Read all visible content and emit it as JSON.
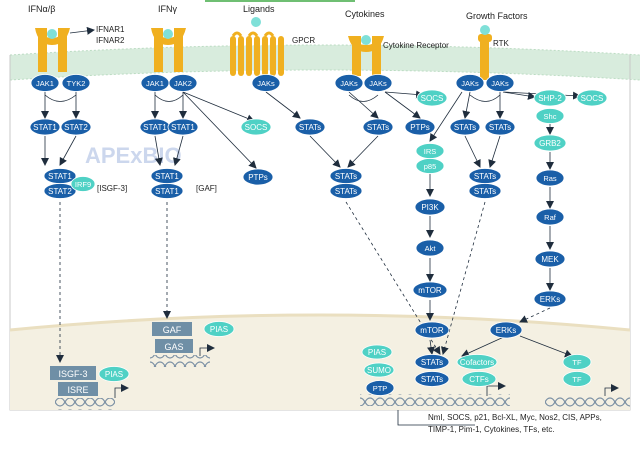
{
  "extracellular": {
    "ifn_ab": "IFNα/β",
    "ifng": "IFNγ",
    "ligands": "Ligands",
    "cytokines": "Cytokines",
    "growth_factors": "Growth Factors"
  },
  "receptors": {
    "ifnar1": "IFNAR1",
    "ifnar2": "IFNAR2",
    "gpcr": "GPCR",
    "cytokine_receptor": "Cytokine Receptor",
    "rtk": "RTK"
  },
  "nodes": {
    "jak1_a": "JAK1",
    "tyk2": "TYK2",
    "jak1_b": "JAK1",
    "jak2_b": "JAK2",
    "jaks_gpcr": "JAKs",
    "jaks_cyt1": "JAKs",
    "jaks_cyt2": "JAKs",
    "jaks_rtk1": "JAKs",
    "jaks_rtk2": "JAKs",
    "stat1_a": "STAT1",
    "stat2_a": "STAT2",
    "stat1_b1": "STAT1",
    "stat1_b2": "STAT1",
    "socs_b": "SOCS",
    "stats_gpcr": "STATs",
    "stats_cyt": "STATs",
    "socs_cyt": "SOCS",
    "ptps_cyt": "PTPs",
    "stats_rtk1": "STATs",
    "stats_rtk2": "STATs",
    "shp2": "SHP-2",
    "socs_rtk": "SOCS",
    "shc": "Shc",
    "irs": "IRS",
    "p85": "p85",
    "grb2": "GRB2",
    "stat1_isgf": "STAT1",
    "stat2_isgf": "STAT2",
    "irf9": "IRF9",
    "isgf3_label": "[ISGF-3]",
    "stat1_gaf1": "STAT1",
    "stat1_gaf2": "STAT1",
    "gaf_label": "[GAF]",
    "ptps_b": "PTPs",
    "stats_dimer_a1": "STATs",
    "stats_dimer_a2": "STATs",
    "stats_dimer_b1": "STATs",
    "stats_dimer_b2": "STATs",
    "pi3k": "PI3K",
    "akt": "Akt",
    "mtor_cyto": "mTOR",
    "ras": "Ras",
    "raf": "Raf",
    "mek": "MEK",
    "erks_cyto": "ERKs",
    "mtor_nuc": "mTOR",
    "erks_nuc": "ERKs",
    "pias_n": "PIAS",
    "stats_n1": "STATs",
    "sumo": "SUMO",
    "stats_n2": "STATs",
    "ptp_n": "PTP",
    "cofactors": "Cofactors",
    "ctfs": "CTFs",
    "tf1": "TF",
    "tf2": "TF",
    "gaf_n": "GAF",
    "gas": "GAS",
    "pias_gaf": "PIAS",
    "isgf3_n": "ISGF-3",
    "isre": "ISRE",
    "pias_isgf": "PIAS"
  },
  "watermark": {
    "logo": "APExBIO"
  },
  "targets": {
    "line1": "NmI, SOCS, p21, Bcl-XL, Myc, Nos2, CIS, APPs,",
    "line2": "TIMP-1, Pim-1, Cytokines, TFs, etc."
  },
  "colors": {
    "dark_blue": "#1a5fa8",
    "light_teal": "#4fd1c5",
    "gold": "#f0b020",
    "membrane": "#d8ecdd",
    "nucleus": "#f4f0e2"
  }
}
